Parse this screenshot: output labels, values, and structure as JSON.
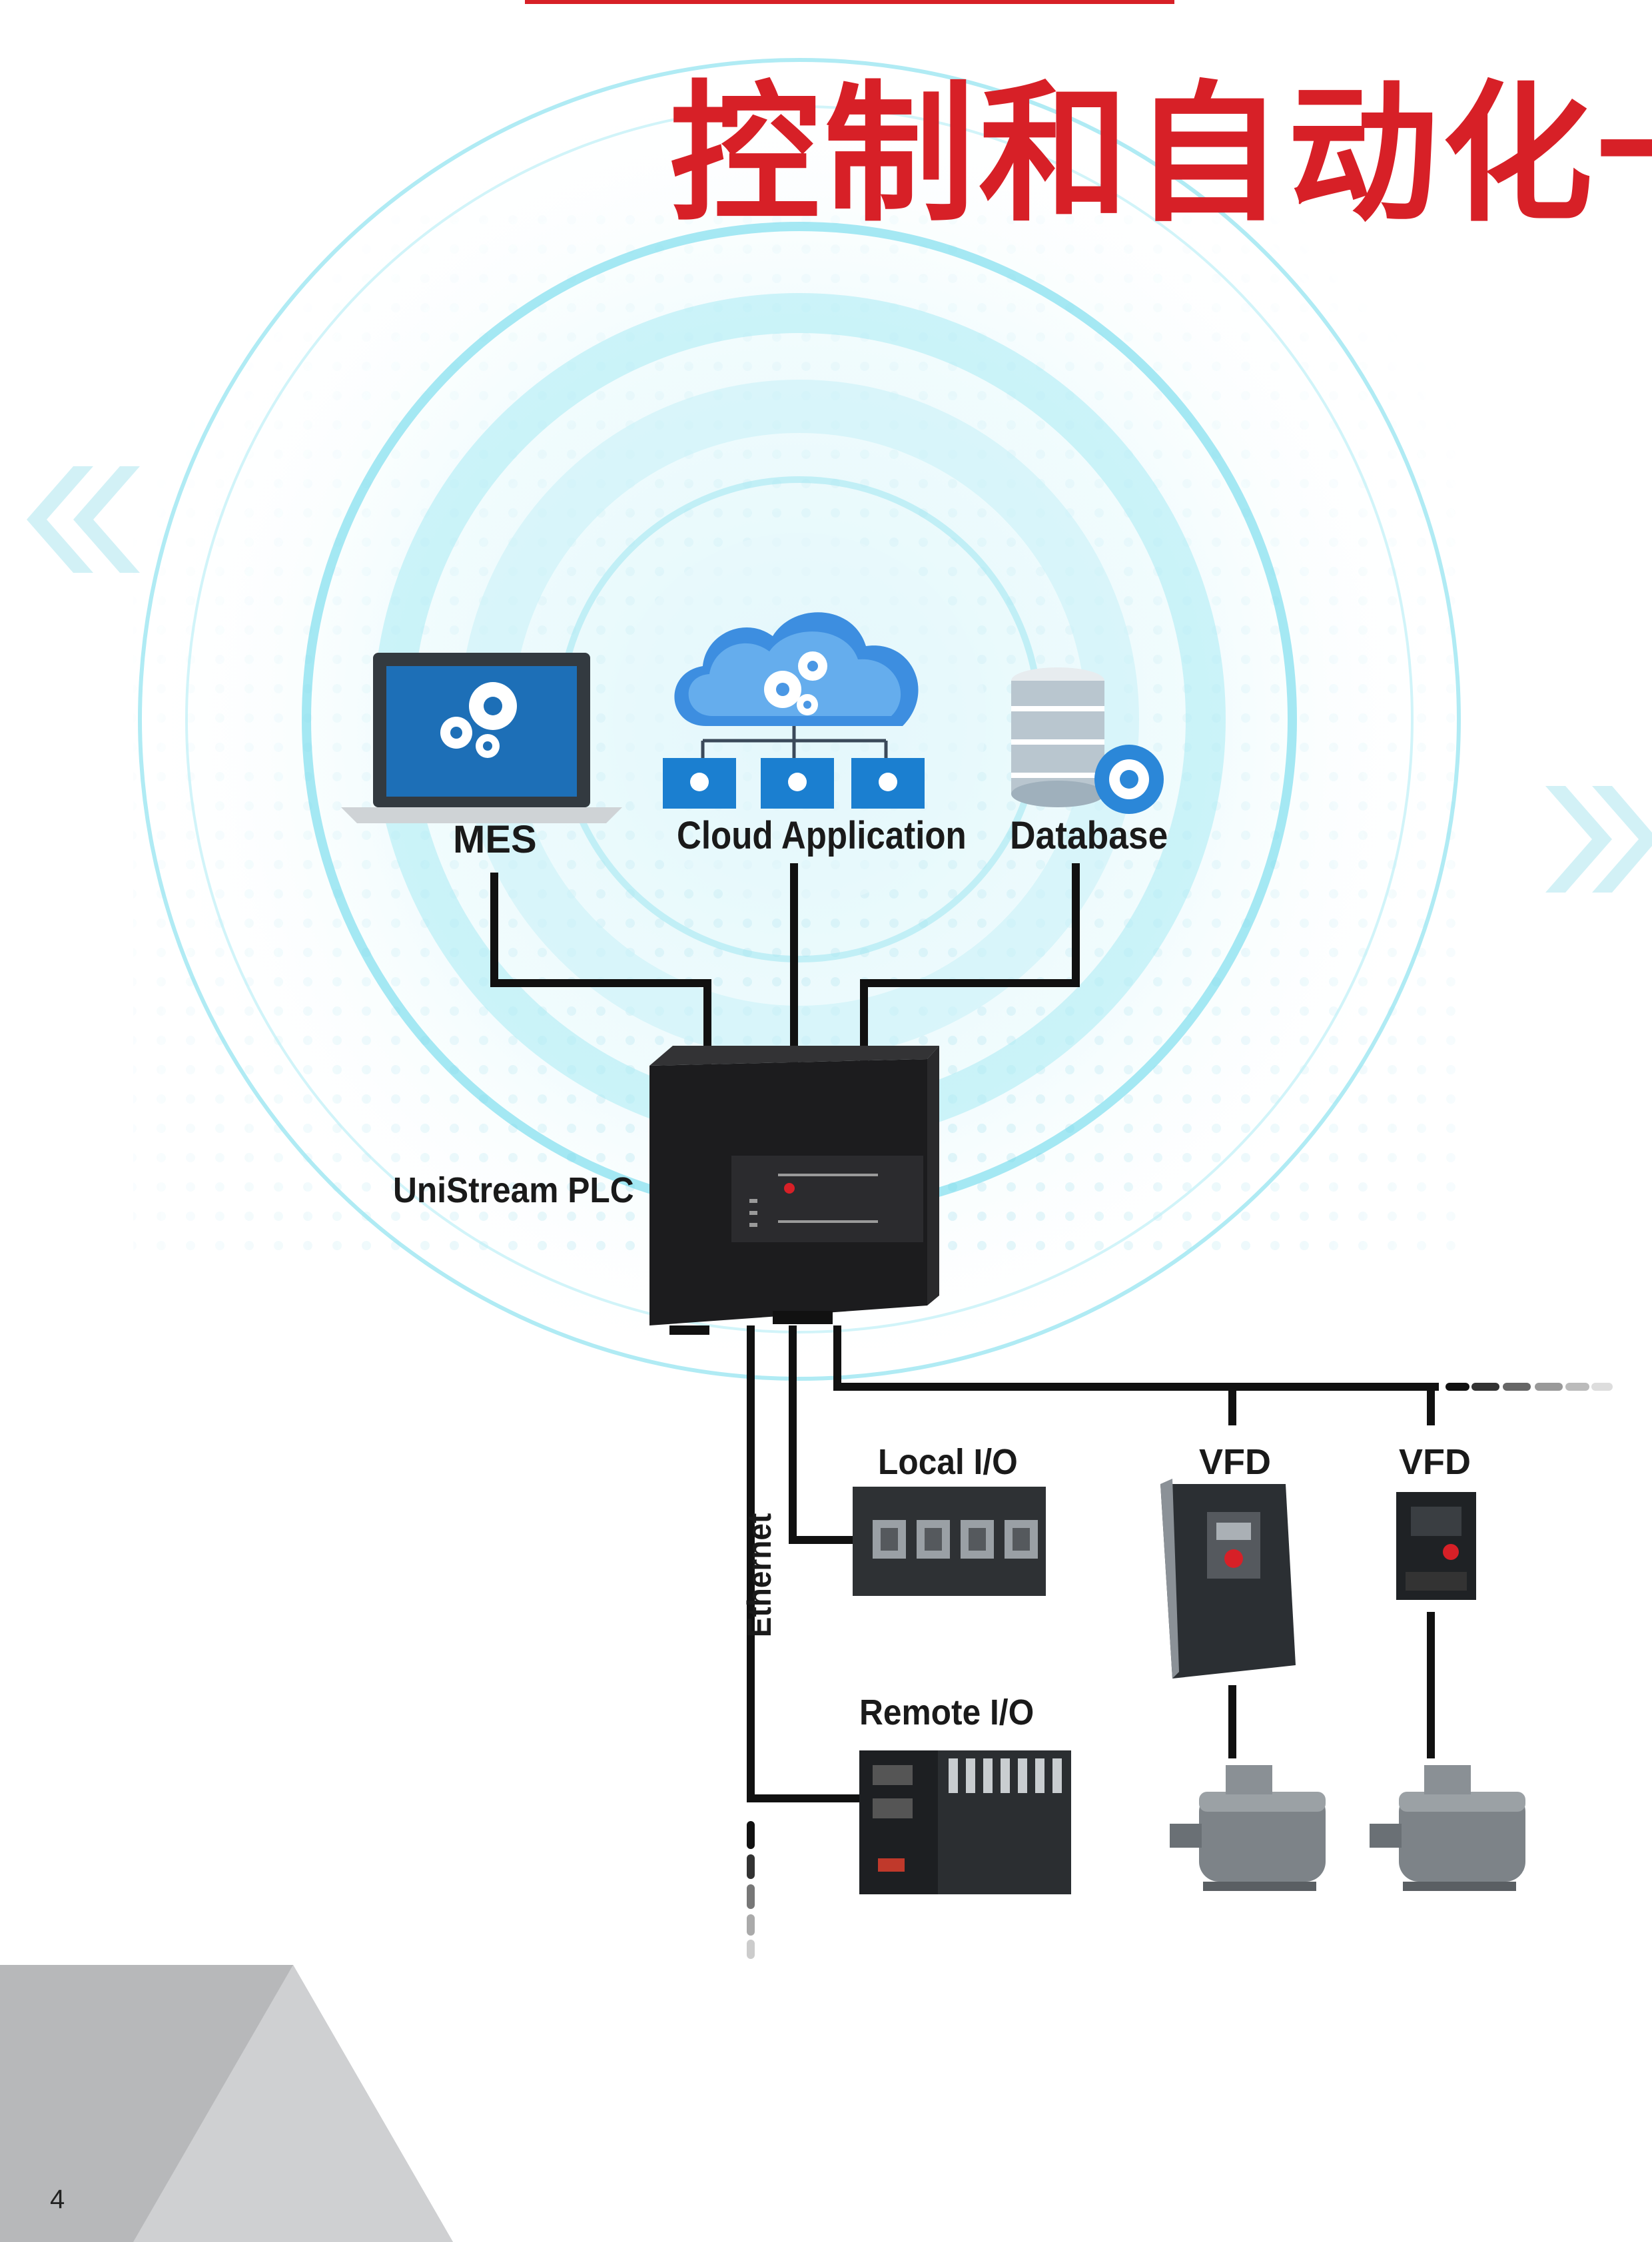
{
  "title": "控制和自动化一体",
  "page_number": "4",
  "nodes": {
    "mes": "MES",
    "cloud_application": "Cloud Application",
    "database": "Database",
    "plc": "UniStream PLC",
    "local_io": "Local I/O",
    "vfd_1": "VFD",
    "vfd_2": "VFD",
    "remote_io": "Remote I/O",
    "ethernet": "Ethernet"
  },
  "colors": {
    "title_red": "#d72027",
    "accent_cyan": "#4fd3e8",
    "line_black": "#111111",
    "corner_gray": "#bcbdbf"
  },
  "icons": [
    "laptop-gears-icon",
    "cloud-gears-icon",
    "database-gear-icon",
    "plc-device-icon",
    "local-io-module-icon",
    "vfd-drive-icon",
    "remote-io-module-icon",
    "electric-motor-icon"
  ]
}
